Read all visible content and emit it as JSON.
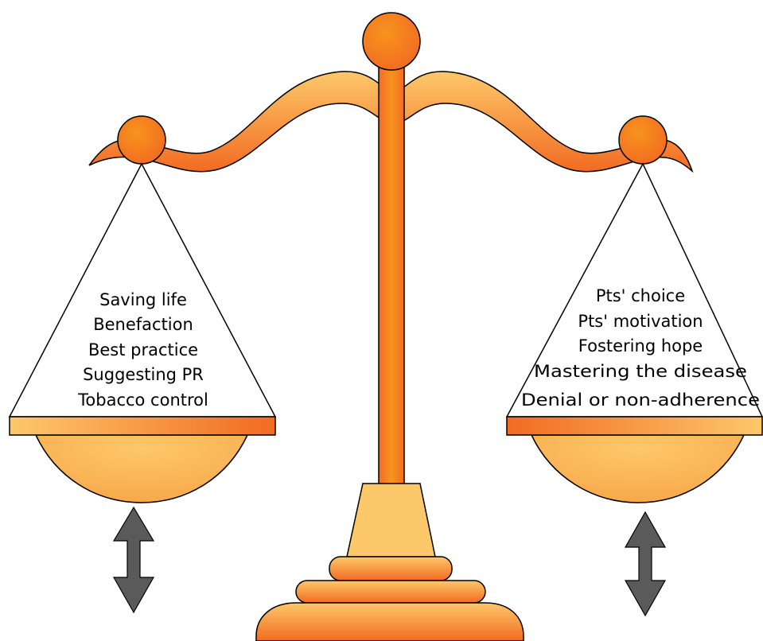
{
  "left_pan": {
    "items": [
      "Saving life",
      "Benefaction",
      "Best practice",
      "Suggesting PR",
      "Tobacco control"
    ]
  },
  "right_pan": {
    "items": [
      "Pts' choice",
      "Pts' motivation",
      "Fostering hope",
      "Mastering the disease",
      "Denial or non-adherence"
    ]
  },
  "colors": {
    "dark_orange": "#f26b22",
    "mid_orange": "#f7941d",
    "light_orange": "#fdc86a",
    "arrow_gray": "#5a5a5a",
    "outline": "#000000"
  },
  "icons": {
    "left_arrow": "double-headed-vertical-arrow",
    "right_arrow": "double-headed-vertical-arrow"
  }
}
